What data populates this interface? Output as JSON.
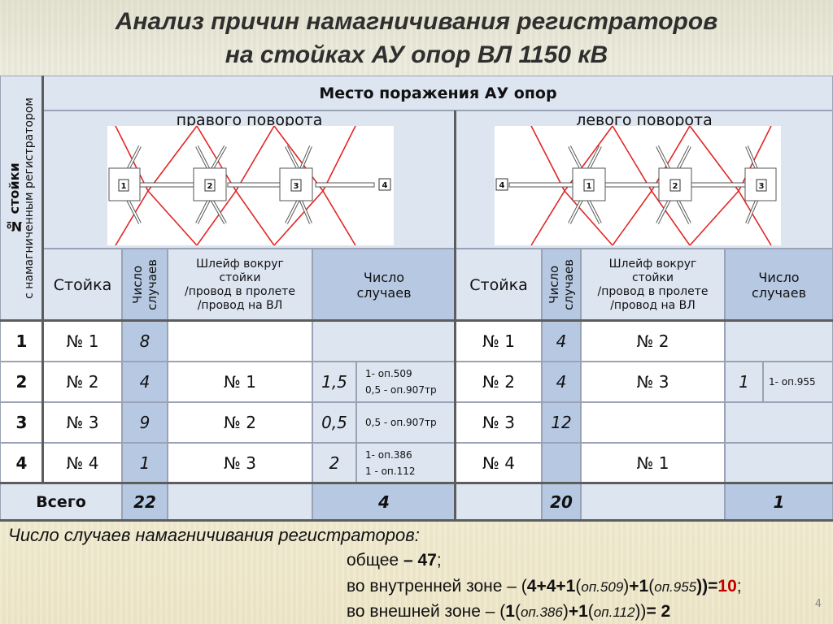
{
  "title": {
    "line1": "Анализ причин намагничивания регистраторов",
    "line2": "на стойках АУ опор ВЛ 1150 кВ"
  },
  "table": {
    "left_header": {
      "line1": "№ стойки",
      "line2": "с намагниченным регистратором"
    },
    "group_header": "Место поражения АУ опор",
    "right_turn_title": "правого поворота",
    "left_turn_title": "левого поворота",
    "right_diagram_labels": [
      "1",
      "2",
      "3",
      "4"
    ],
    "left_diagram_labels": [
      "4",
      "1",
      "2",
      "3"
    ],
    "col_headers": {
      "stand": "Стойка",
      "count_line1": "Число",
      "count_line2": "случаев",
      "loop_line1": "Шлейф вокруг",
      "loop_line2": "стойки",
      "loop_line3": "/провод в пролете",
      "loop_line4": "/провод на ВЛ",
      "cases_line1": "Число",
      "cases_line2": "случаев"
    },
    "rows": [
      {
        "num": "1",
        "r_stand": "№ 1",
        "r_count": "8",
        "r_loop": "",
        "r_cases": "",
        "r_note1": "",
        "r_note2": "",
        "l_stand": "№ 1",
        "l_count": "4",
        "l_loop": "№ 2",
        "l_cases": "",
        "l_note": ""
      },
      {
        "num": "2",
        "r_stand": "№ 2",
        "r_count": "4",
        "r_loop": "№ 1",
        "r_cases": "1,5",
        "r_note1": "1- оп.509",
        "r_note2": "0,5 - оп.907тр",
        "l_stand": "№ 2",
        "l_count": "4",
        "l_loop": "№ 3",
        "l_cases": "1",
        "l_note": "1- оп.955"
      },
      {
        "num": "3",
        "r_stand": "№ 3",
        "r_count": "9",
        "r_loop": "№ 2",
        "r_cases": "0,5",
        "r_note1": "0,5 - оп.907тр",
        "r_note2": "",
        "l_stand": "№ 3",
        "l_count": "12",
        "l_loop": "",
        "l_cases": "",
        "l_note": ""
      },
      {
        "num": "4",
        "r_stand": "№ 4",
        "r_count": "1",
        "r_loop": "№ 3",
        "r_cases": "2",
        "r_note1": "1- оп.386",
        "r_note2": "1 - оп.112",
        "l_stand": "№ 4",
        "l_count": "",
        "l_loop": "№ 1",
        "l_cases": "",
        "l_note": ""
      }
    ],
    "total": {
      "label": "Всего",
      "r_count": "22",
      "r_cases": "4",
      "l_count": "20",
      "l_cases": "1"
    }
  },
  "summary": {
    "title": "Число случаев намагничивания регистраторов:",
    "l1_a": "общее ",
    "l1_b": "– 47",
    "l1_c": ";",
    "l2_a": "во внутренней зоне – (",
    "l2_b": "4+4+1",
    "l2_c": "(",
    "l2_d": "оп.509",
    "l2_e": ")",
    "l2_f": "+1",
    "l2_g": "(",
    "l2_h": "оп.955",
    "l2_i": "))=",
    "l2_j": "10",
    "l2_k": ";",
    "l3_a": "во внешней зоне – (",
    "l3_b": "1",
    "l3_c": "(",
    "l3_d": "оп.386",
    "l3_e": ")",
    "l3_f": "+1",
    "l3_g": "(",
    "l3_h": "оп.112",
    "l3_i": "))",
    "l3_j": "= 2"
  },
  "slide_number": "4"
}
